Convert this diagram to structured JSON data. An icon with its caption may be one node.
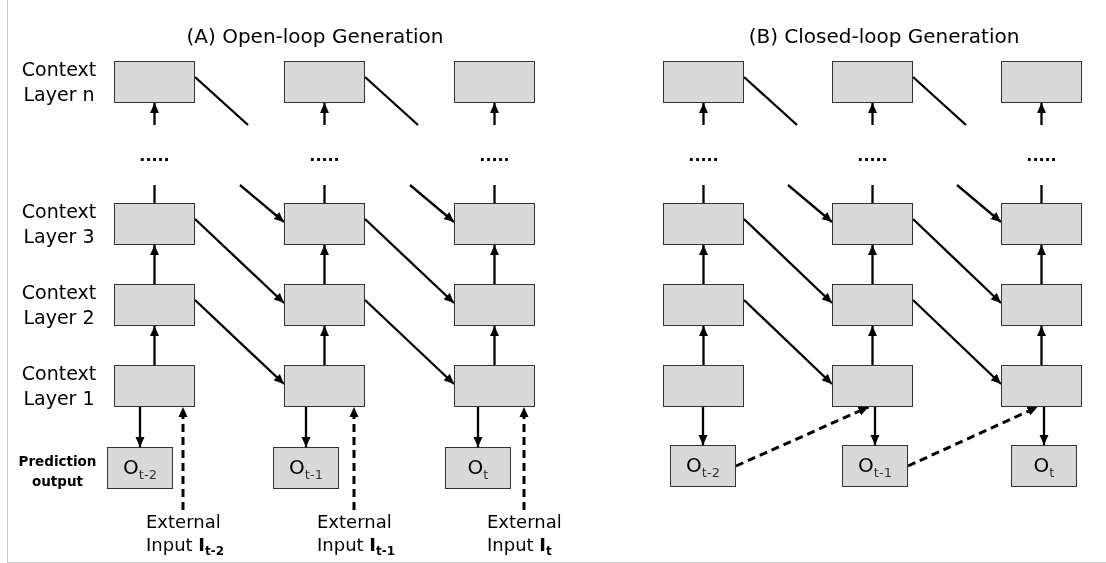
{
  "diagram": {
    "nodes": [
      {
        "text": [],
        "shape": "box"
      },
      {
        "text": [],
        "shape": "box"
      },
      {
        "text": [],
        "shape": "box"
      },
      {
        "text": [],
        "shape": "box"
      },
      {
        "text": [
          "O$_{t-2}$"
        ],
        "beside": [
          "Prediction output"
        ]
      },
      {
        "text": [],
        "shape": "box"
      },
      {
        "text": [],
        "shape": "box"
      },
      {
        "text": [],
        "shape": "box"
      },
      {
        "text": [],
        "shape": "box"
      },
      {
        "text": [
          "O$_{t-1}$"
        ]
      },
      {
        "text": [],
        "shape": "box"
      },
      {
        "text": [],
        "shape": "box"
      },
      {
        "text": [],
        "shape": "box"
      },
      {
        "text": [],
        "shape": "box"
      },
      {
        "text": [
          "O$_{t}$"
        ]
      },
      {
        "text": [
          "External Input **I**$_{t-2}$"
        ]
      },
      {
        "text": [
          "External Input **I**$_{t-1}$"
        ]
      },
      {
        "text": [
          "External Input **I**$_{t}$"
        ]
      },
      {
        "text": [],
        "shape": "box"
      },
      {
        "text": [],
        "shape": "box"
      },
      {
        "text": [],
        "shape": "box"
      },
      {
        "text": [],
        "shape": "box"
      },
      {
        "text": [
          "O$_{t-2}$"
        ]
      },
      {
        "text": [],
        "shape": "box"
      },
      {
        "text": [],
        "shape": "box"
      },
      {
        "text": [],
        "shape": "box"
      },
      {
        "text": [],
        "shape": "box"
      },
      {
        "text": [
          "O$_{t-1}$"
        ]
      },
      {
        "text": [],
        "shape": "box"
      },
      {
        "text": [],
        "shape": "box"
      },
      {
        "text": [],
        "shape": "box"
      },
      {
        "text": [],
        "shape": "box"
      },
      {
        "text": [
          "O$_{t}$"
        ]
      },
      {
        "text": [
          "....."
        ]
      },
      {
        "text": [
          "....."
        ]
      },
      {
        "text": [
          "....."
        ]
      },
      {
        "text": [
          "....."
        ]
      },
      {
        "text": [
          "....."
        ]
      },
      {
        "text": [
          "....."
        ]
      }
    ],
    "edges": [
      {
        "from": 3,
        "to": 2,
        "arrow": "to"
      },
      {
        "from": 2,
        "to": 1,
        "arrow": "to"
      },
      {
        "from": 1,
        "to": 33,
        "arrow": "none"
      },
      {
        "from": 33,
        "to": 0,
        "arrow": "to"
      },
      {
        "from": 3,
        "to": 4,
        "arrow": "to"
      },
      {
        "from": 8,
        "to": 7,
        "arrow": "to"
      },
      {
        "from": 7,
        "to": 6,
        "arrow": "to"
      },
      {
        "from": 6,
        "to": 34,
        "arrow": "none"
      },
      {
        "from": 34,
        "to": 5,
        "arrow": "to"
      },
      {
        "from": 8,
        "to": 9,
        "arrow": "to"
      },
      {
        "from": 13,
        "to": 12,
        "arrow": "to"
      },
      {
        "from": 12,
        "to": 11,
        "arrow": "to"
      },
      {
        "from": 11,
        "to": 35,
        "arrow": "none"
      },
      {
        "from": 35,
        "to": 10,
        "arrow": "to"
      },
      {
        "from": 13,
        "to": 14,
        "arrow": "to"
      },
      {
        "from": 0,
        "to": null,
        "arrow": "none"
      },
      {
        "from": null,
        "to": 6,
        "arrow": "to"
      },
      {
        "from": 1,
        "to": 7,
        "arrow": "to"
      },
      {
        "from": 2,
        "to": 8,
        "arrow": "to"
      },
      {
        "from": 5,
        "to": null,
        "arrow": "none"
      },
      {
        "from": null,
        "to": 11,
        "arrow": "to"
      },
      {
        "from": 6,
        "to": 12,
        "arrow": "to"
      },
      {
        "from": 7,
        "to": 13,
        "arrow": "to"
      },
      {
        "from": 15,
        "to": 3,
        "arrow": "to",
        "style": "dashed"
      },
      {
        "from": 16,
        "to": 8,
        "arrow": "to",
        "style": "dashed"
      },
      {
        "from": 17,
        "to": 13,
        "arrow": "to",
        "style": "dashed"
      },
      {
        "from": 21,
        "to": 20,
        "arrow": "to"
      },
      {
        "from": 20,
        "to": 19,
        "arrow": "to"
      },
      {
        "from": 19,
        "to": 36,
        "arrow": "none"
      },
      {
        "from": 36,
        "to": 18,
        "arrow": "to"
      },
      {
        "from": 21,
        "to": 22,
        "arrow": "to"
      },
      {
        "from": 26,
        "to": 25,
        "arrow": "to"
      },
      {
        "from": 25,
        "to": 24,
        "arrow": "to"
      },
      {
        "from": 24,
        "to": 37,
        "arrow": "none"
      },
      {
        "from": 37,
        "to": 23,
        "arrow": "to"
      },
      {
        "from": 26,
        "to": 27,
        "arrow": "to"
      },
      {
        "from": 31,
        "to": 30,
        "arrow": "to"
      },
      {
        "from": 30,
        "to": 29,
        "arrow": "to"
      },
      {
        "from": 29,
        "to": 38,
        "arrow": "none"
      },
      {
        "from": 38,
        "to": 28,
        "arrow": "to"
      },
      {
        "from": 31,
        "to": 32,
        "arrow": "to"
      },
      {
        "from": 18,
        "to": null,
        "arrow": "none"
      },
      {
        "from": null,
        "to": 24,
        "arrow": "to"
      },
      {
        "from": 19,
        "to": 25,
        "arrow": "to"
      },
      {
        "from": 20,
        "to": 26,
        "arrow": "to"
      },
      {
        "from": 23,
        "to": null,
        "arrow": "none"
      },
      {
        "from": null,
        "to": 29,
        "arrow": "to"
      },
      {
        "from": 24,
        "to": 30,
        "arrow": "to"
      },
      {
        "from": 25,
        "to": 31,
        "arrow": "to"
      },
      {
        "from": 22,
        "to": 26,
        "arrow": "to",
        "style": "dashed"
      },
      {
        "from": 27,
        "to": 31,
        "arrow": "to",
        "style": "dashed"
      }
    ],
    "labels": [
      "(A) Open-loop Generation",
      "(B) Closed-loop Generation",
      "Context Layer n",
      "Context Layer 3",
      "Context Layer 2",
      "Context Layer 1"
    ]
  }
}
